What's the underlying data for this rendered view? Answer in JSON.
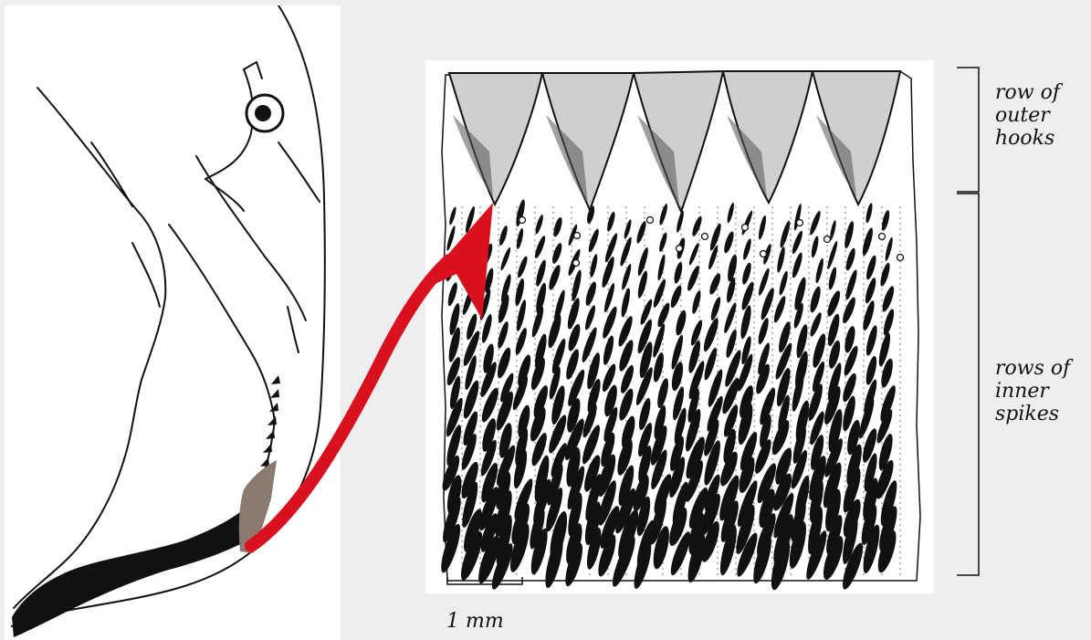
{
  "labels": {
    "outer_hooks": "row of outer hooks",
    "inner_spikes": "rows of inner spikes",
    "scale": "1 mm"
  },
  "colors": {
    "background": "#eeeeee",
    "arrow": "#d9101e",
    "highlight": "#8a7a70",
    "ink": "#111111"
  }
}
